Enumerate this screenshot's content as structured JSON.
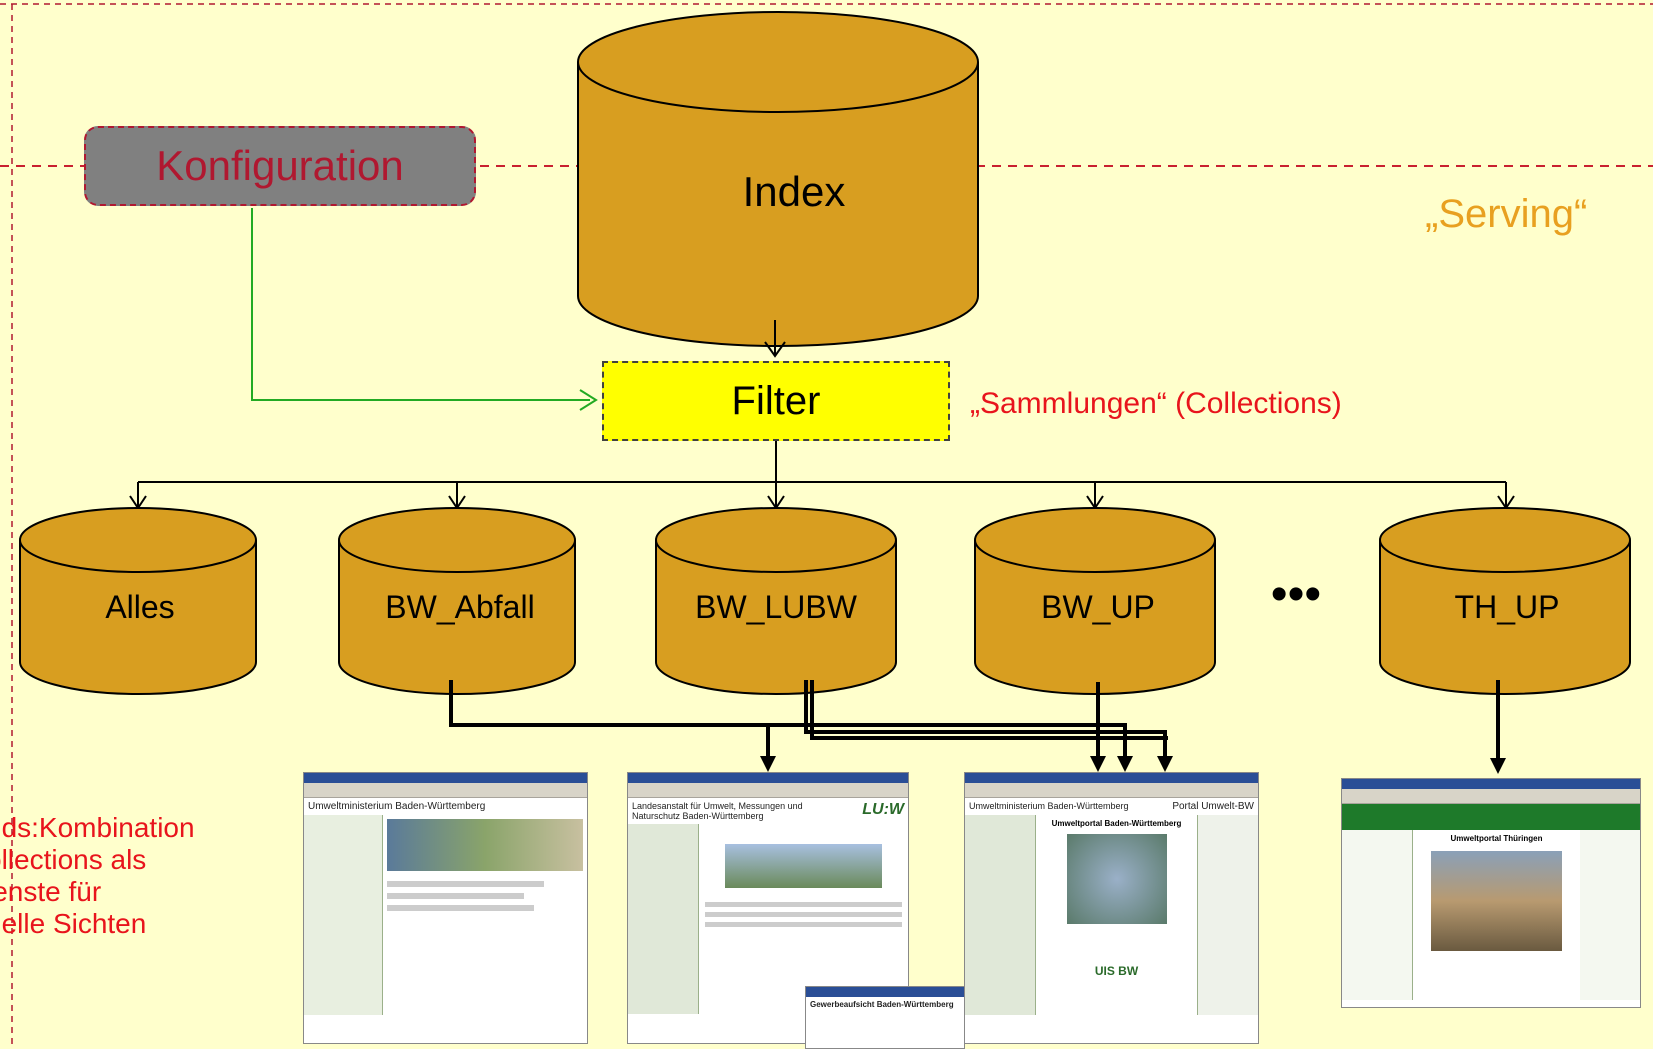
{
  "labels": {
    "serving": "„Serving“",
    "collections": "„Sammlungen“ (Collections)",
    "konfiguration": "Konfiguration",
    "filter": "Filter",
    "index": "Index",
    "ellipsis": "•••"
  },
  "databases": {
    "alles": "Alles",
    "bw_abfall": "BW_Abfall",
    "bw_lubw": "BW_LUBW",
    "bw_up": "BW_UP",
    "th_up": "TH_UP"
  },
  "side_note": {
    "lines": [
      "nds:Kombination",
      "ollections als",
      "ienste für",
      "uelle Sichten"
    ]
  },
  "screenshots": {
    "shot1_title": "Umweltministerium Baden-Württemberg",
    "shot2_title": "Landesanstalt für Umwelt, Messungen und Naturschutz Baden-Württemberg",
    "shot2_logo": "LU:W",
    "shot3_title": "Umweltministerium Baden-Württemberg",
    "shot3_portal": "Portal Umwelt-BW",
    "shot3_sub": "Umweltportal Baden-Württemberg",
    "shot3_uis": "UIS BW",
    "shot4_title": "Umweltportal Thüringen",
    "shot5_title": "Gewerbeaufsicht Baden-Württemberg"
  },
  "colors": {
    "background": "#ffffcc",
    "cylinder_fill": "#d89e20",
    "cylinder_stroke": "#000000",
    "accent_red": "#e8141c",
    "serving_orange": "#e8a020",
    "konfig_fill": "#808080",
    "filter_fill": "#ffff00",
    "config_arrow": "#22aa22"
  }
}
